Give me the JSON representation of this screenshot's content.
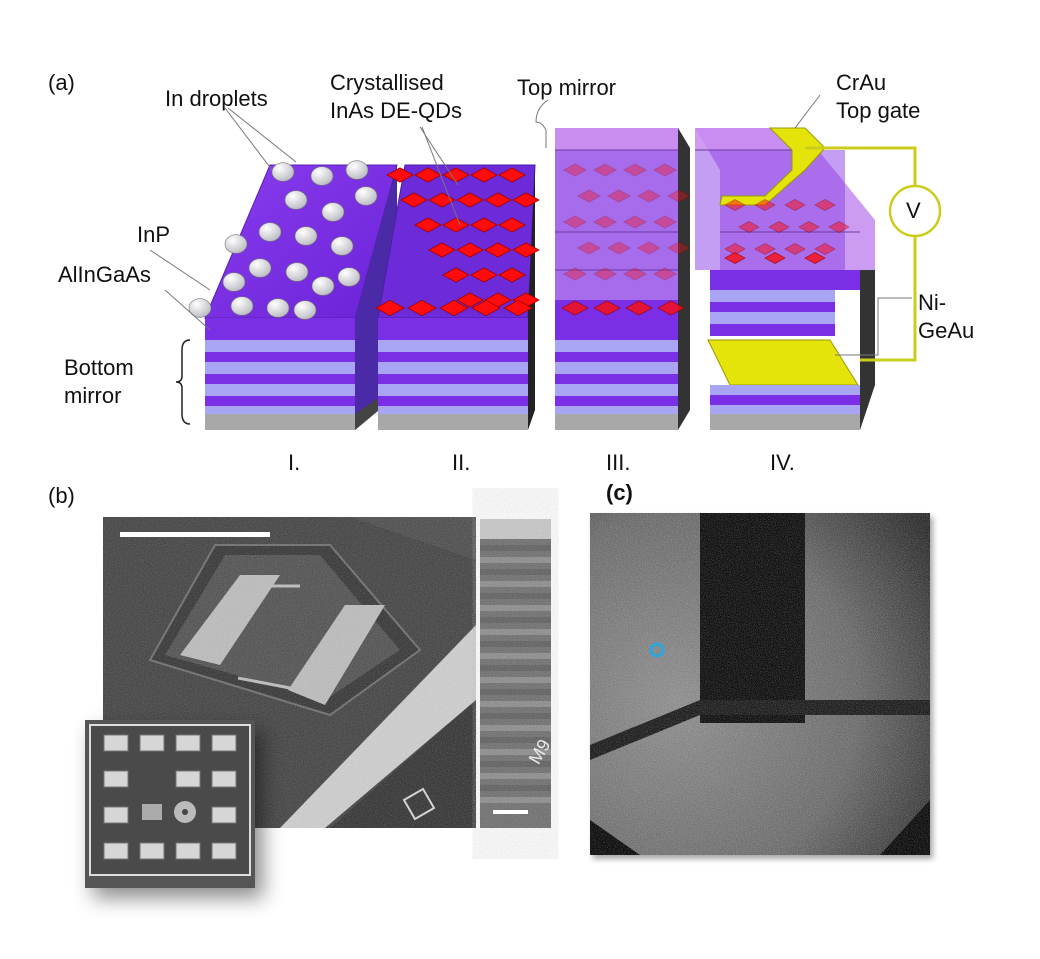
{
  "panel_a": {
    "label": "(a)",
    "in_droplets": "In droplets",
    "crystallised_line1": "Crystallised",
    "crystallised_line2": "InAs DE-QDs",
    "top_mirror": "Top mirror",
    "crau_line1": "CrAu",
    "crau_line2": "Top gate",
    "inp": "InP",
    "alingaas": "AlInGaAs",
    "bottom_mirror_line1": "Bottom",
    "bottom_mirror_line2": "mirror",
    "nigeau_line1": "Ni-",
    "nigeau_line2": "GeAu",
    "voltmeter": "V",
    "stages": [
      "I.",
      "II.",
      "III.",
      "IV."
    ]
  },
  "panel_b": {
    "label": "(b)",
    "device_marker": "M9"
  },
  "panel_c": {
    "label": "(c)"
  },
  "colors": {
    "purple_layer": "#7a2ee6",
    "light_layer": "#a9a5f5",
    "substrate": "#a8a8a8",
    "quantum_dot_red": "#ff0d0d",
    "gold_contact": "#e4e40a",
    "marker_blue": "#2aa7dd"
  }
}
